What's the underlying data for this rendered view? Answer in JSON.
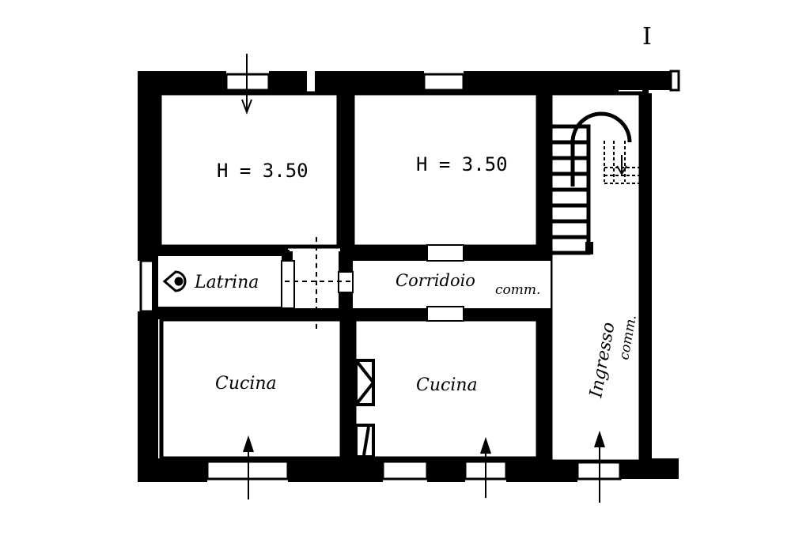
{
  "sheet_marker": "I",
  "rooms": {
    "room_left_height": "H = 3.50",
    "room_right_height": "H = 3.50",
    "latrine": "Latrina",
    "corridor": "Corridoio",
    "corridor_note": "comm.",
    "kitchen_left": "Cucina",
    "kitchen_right": "Cucina",
    "entrance": "Ingresso",
    "entrance_note": "comm."
  }
}
